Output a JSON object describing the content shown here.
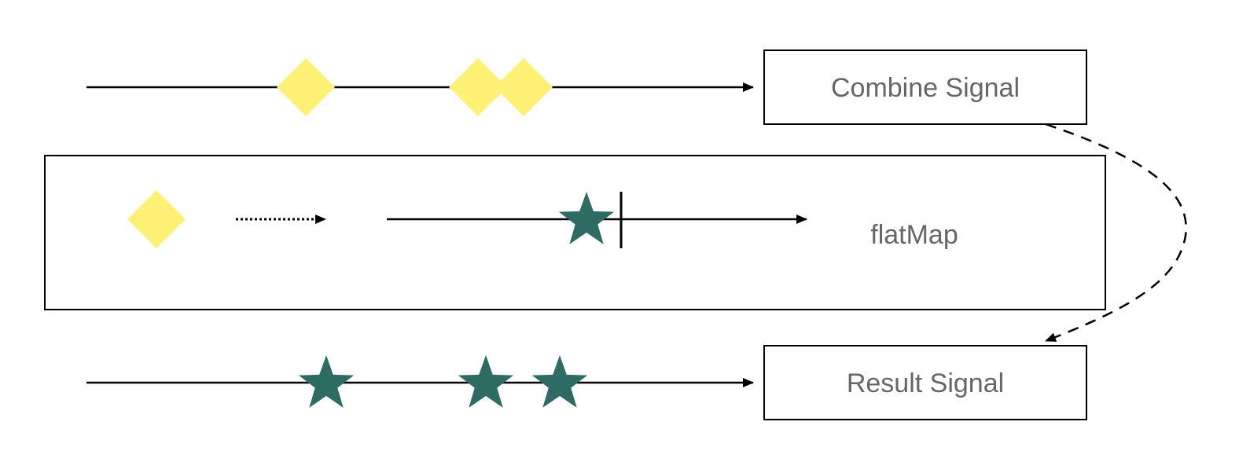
{
  "labels": {
    "combine": "Combine Signal",
    "flatmap": "flatMap",
    "result": "Result Signal"
  },
  "colors": {
    "diamond": "#FFF176",
    "star": "#2E6B62",
    "line": "#000000",
    "label": "#666666"
  },
  "icons": {
    "input_event": "yellow-diamond",
    "output_event": "teal-star"
  }
}
